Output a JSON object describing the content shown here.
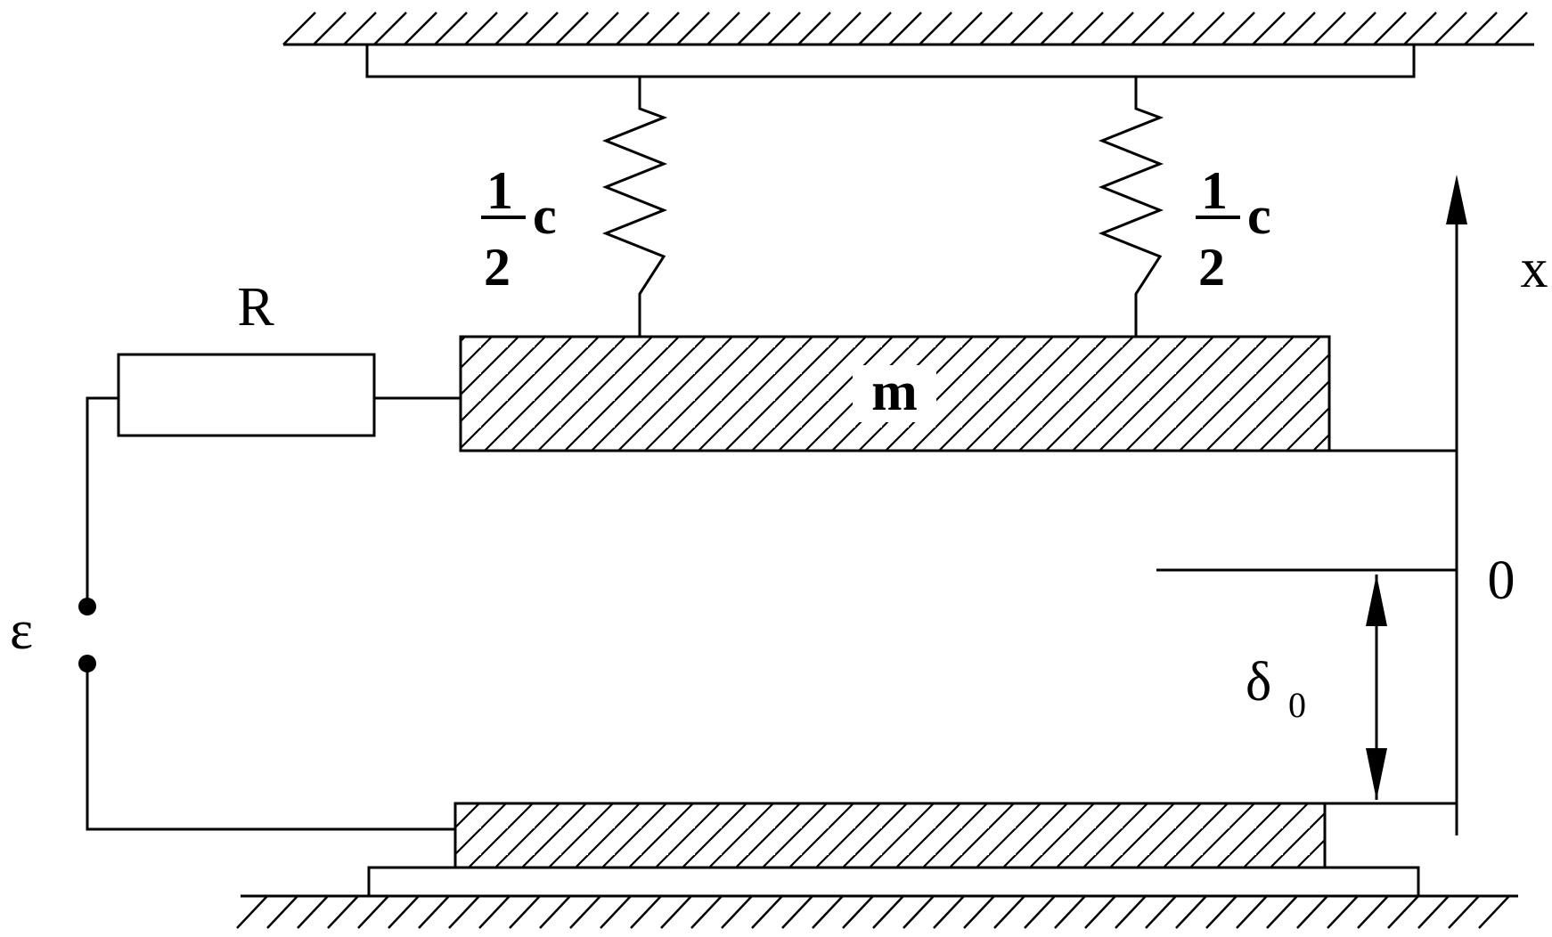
{
  "labels": {
    "resistor": "R",
    "mass": "m",
    "spring_left_numerator": "1",
    "spring_left_denominator": "2",
    "spring_left_symbol": "c",
    "spring_right_numerator": "1",
    "spring_right_denominator": "2",
    "spring_right_symbol": "c",
    "axis": "x",
    "origin": "0",
    "gap_symbol": "δ",
    "gap_subscript": "0",
    "source": "ε"
  },
  "colors": {
    "stroke": "#000000",
    "background": "#ffffff"
  }
}
